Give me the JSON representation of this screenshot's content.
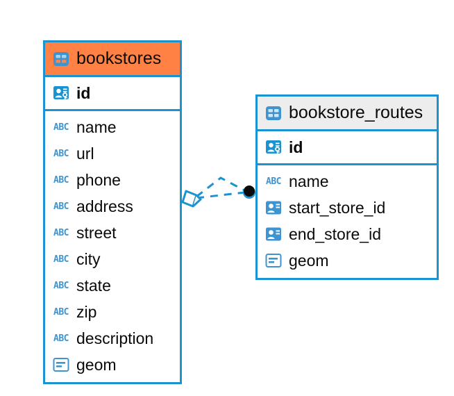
{
  "diagram": {
    "type": "entity-relationship-diagram",
    "background": "#ffffff",
    "accent_color": "#1b93d1",
    "selected_color": "#ff8244",
    "header_plain_color": "#ededed",
    "icon_blue": "#3d94d0"
  },
  "entities": [
    {
      "name": "bookstores",
      "selected": true,
      "icon": "table-icon",
      "primary_key": {
        "name": "id",
        "icon": "primary-key-icon"
      },
      "fields": [
        {
          "name": "name",
          "icon": "text-type-icon",
          "icon_label": "ABC"
        },
        {
          "name": "url",
          "icon": "text-type-icon",
          "icon_label": "ABC"
        },
        {
          "name": "phone",
          "icon": "text-type-icon",
          "icon_label": "ABC"
        },
        {
          "name": "address",
          "icon": "text-type-icon",
          "icon_label": "ABC"
        },
        {
          "name": "street",
          "icon": "text-type-icon",
          "icon_label": "ABC"
        },
        {
          "name": "city",
          "icon": "text-type-icon",
          "icon_label": "ABC"
        },
        {
          "name": "state",
          "icon": "text-type-icon",
          "icon_label": "ABC"
        },
        {
          "name": "zip",
          "icon": "text-type-icon",
          "icon_label": "ABC"
        },
        {
          "name": "description",
          "icon": "text-type-icon",
          "icon_label": "ABC"
        },
        {
          "name": "geom",
          "icon": "geometry-type-icon",
          "icon_label": ""
        }
      ]
    },
    {
      "name": "bookstore_routes",
      "selected": false,
      "icon": "table-icon",
      "primary_key": {
        "name": "id",
        "icon": "primary-key-icon"
      },
      "fields": [
        {
          "name": "name",
          "icon": "text-type-icon",
          "icon_label": "ABC"
        },
        {
          "name": "start_store_id",
          "icon": "foreign-key-icon",
          "icon_label": ""
        },
        {
          "name": "end_store_id",
          "icon": "foreign-key-icon",
          "icon_label": ""
        },
        {
          "name": "geom",
          "icon": "geometry-type-icon",
          "icon_label": ""
        }
      ]
    }
  ],
  "relationship": {
    "style": "dashed",
    "color": "#1b93d1",
    "source_endpoint": "diamond-endpoint",
    "target_endpoint": "filled-circle-endpoint",
    "target_endpoint_color": "#0a0a0a"
  }
}
